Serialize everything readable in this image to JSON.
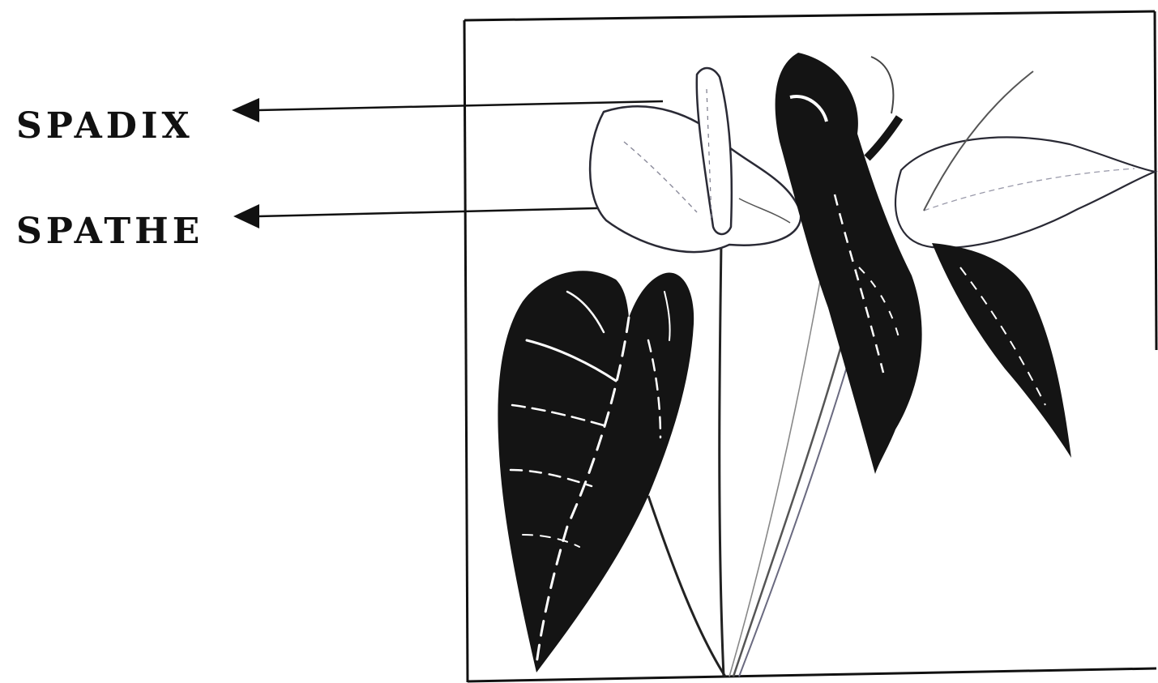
{
  "diagram": {
    "labels": {
      "spadix": "SPADIX",
      "spathe": "SPATHE"
    },
    "colors": {
      "ink": "#111111",
      "leaf": "#141414",
      "spathe_stroke": "#2a2a35",
      "paper": "#ffffff"
    },
    "icons": {
      "pointer": "arrowhead-left-icon",
      "illustration": "anthurium-plant-illustration"
    }
  }
}
